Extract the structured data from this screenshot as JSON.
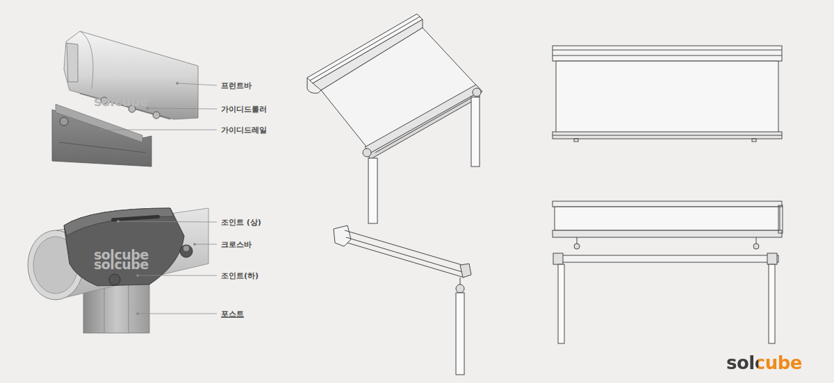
{
  "diagram": {
    "labels": [
      "프런트바",
      "가이디드롤러",
      "가이디드레일",
      "조인트 (상)",
      "크로스바",
      "조인트(하)",
      "포스트",
      "solcube",
      "solcube",
      "solcube",
      "solcube"
    ]
  }
}
